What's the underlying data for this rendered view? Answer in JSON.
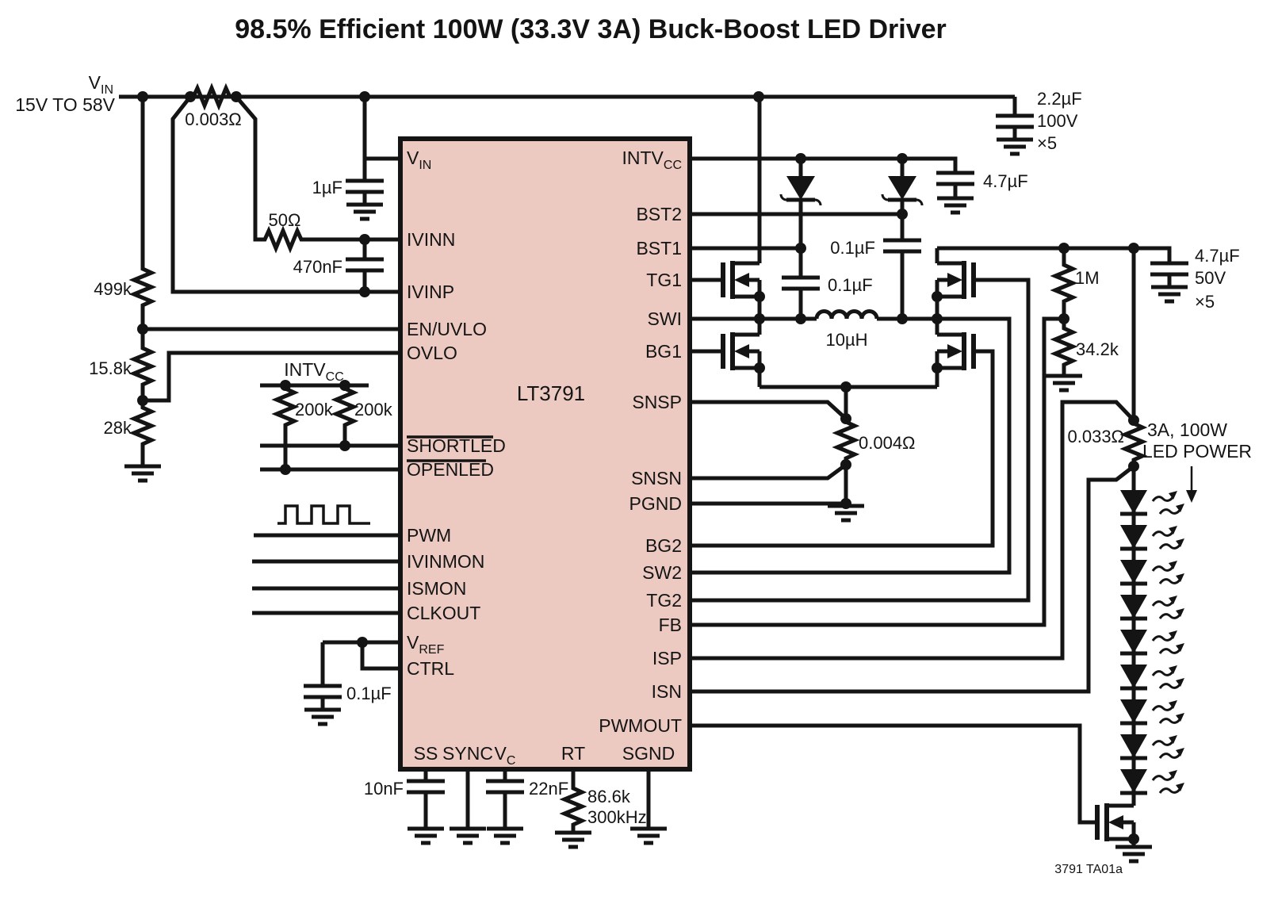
{
  "title": "98.5% Efficient 100W (33.3V 3A) Buck-Boost LED Driver",
  "footer": "3791 TA01a",
  "input": {
    "name_base": "V",
    "name_sub": "IN",
    "range": "15V TO 58V"
  },
  "ic": {
    "part": "LT3791",
    "left": {
      "vin_base": "V",
      "vin_sub": "IN",
      "ivinn": "IVINN",
      "ivinp": "IVINP",
      "en_uvlo": "EN/UVLO",
      "ovlo": "OVLO",
      "shortled": "SHORTLED",
      "openled": "OPENLED",
      "pwm": "PWM",
      "ivinmon": "IVINMON",
      "ismon": "ISMON",
      "clkout": "CLKOUT",
      "vref_base": "V",
      "vref_sub": "REF",
      "ctrl": "CTRL"
    },
    "right": {
      "intvcc_base": "INTV",
      "intvcc_sub": "CC",
      "bst2": "BST2",
      "bst1": "BST1",
      "tg1": "TG1",
      "swi": "SWI",
      "bg1": "BG1",
      "snsp": "SNSP",
      "snsn": "SNSN",
      "pgnd": "PGND",
      "bg2": "BG2",
      "sw2": "SW2",
      "tg2": "TG2",
      "fb": "FB",
      "isp": "ISP",
      "isn": "ISN",
      "pwmout": "PWMOUT"
    },
    "bottom": {
      "ss": "SS",
      "sync": "SYNC",
      "vc_base": "V",
      "vc_sub": "C",
      "rt": "RT",
      "sgnd": "SGND"
    }
  },
  "components": {
    "r_in_sense": "0.003Ω",
    "c_vin": "1µF",
    "r_filt": "50Ω",
    "c_filt": "470nF",
    "r_uvlo_top": "499k",
    "r_uvlo_mid": "15.8k",
    "r_uvlo_bot": "28k",
    "pullup_rail_base": "INTV",
    "pullup_rail_sub": "CC",
    "r_pull_left": "200k",
    "r_pull_right": "200k",
    "c_ctrl": "0.1µF",
    "c_ss": "10nF",
    "c_vc": "22nF",
    "r_rt": "86.6k",
    "rt_freq": "300kHz",
    "c_in": "2.2µF",
    "c_in_volt": "100V",
    "c_in_qty": "×5",
    "c_intvcc": "4.7µF",
    "c_bst2": "0.1µF",
    "c_bst1": "0.1µF",
    "l_main": "10µH",
    "r_sw_sense": "0.004Ω",
    "r_fb_top": "1M",
    "r_fb_bot": "34.2k",
    "c_out": "4.7µF",
    "c_out_volt": "50V",
    "c_out_qty": "×5",
    "r_led_sense": "0.033Ω"
  },
  "output": {
    "note1": "3A, 100W",
    "note2": "LED POWER"
  }
}
